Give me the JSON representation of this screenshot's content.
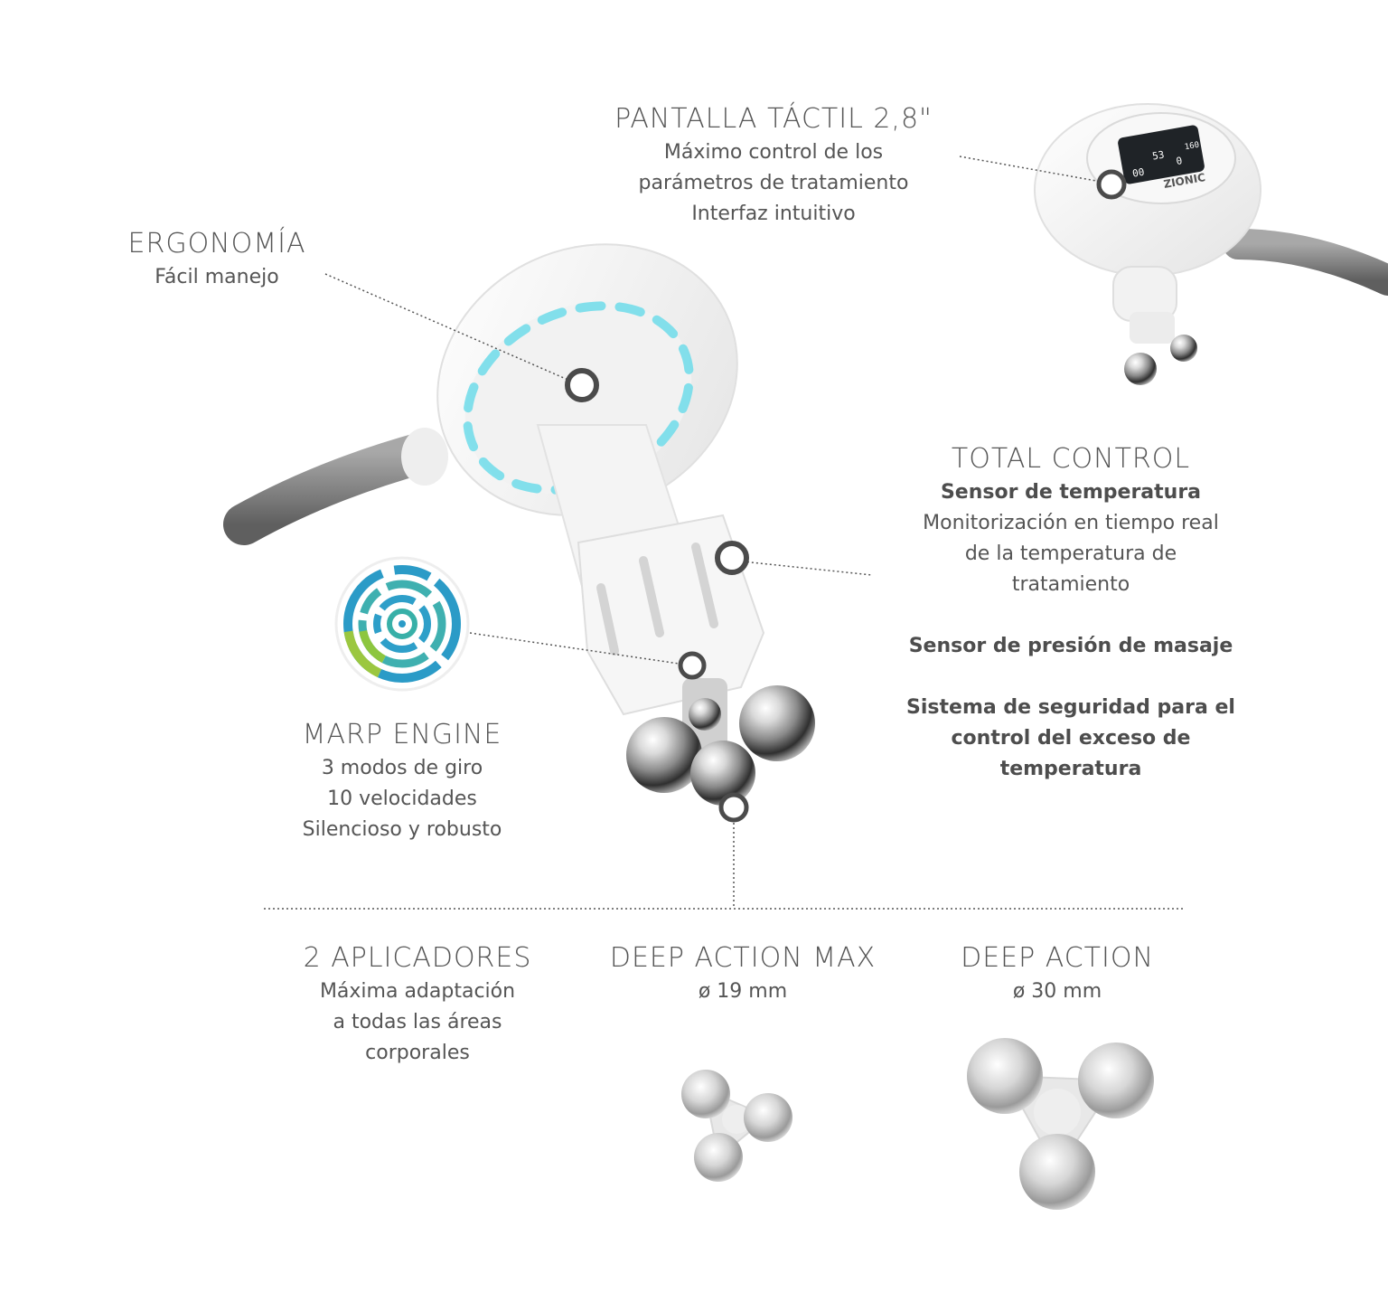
{
  "pantalla": {
    "title": "PANTALLA TÁCTIL 2,8\"",
    "lines": [
      "Máximo control de los",
      "parámetros de tratamiento",
      "Interfaz intuitivo"
    ]
  },
  "ergonomia": {
    "title": "ERGONOMÍA",
    "lines": [
      "Fácil manejo"
    ]
  },
  "total_control": {
    "title": "TOTAL CONTROL",
    "sensor_temp": "Sensor de temperatura",
    "temp_lines": [
      "Monitorización en tiempo real",
      "de la temperatura de",
      "tratamiento"
    ],
    "sensor_presion": "Sensor de presión de masaje",
    "seguridad_lines": [
      "Sistema de seguridad para el",
      "control del exceso de",
      "temperatura"
    ]
  },
  "marp": {
    "title": "MARP ENGINE",
    "lines": [
      "3 modos de giro",
      "10 velocidades",
      "Silencioso y robusto"
    ]
  },
  "aplicadores": {
    "title": "2 APLICADORES",
    "lines": [
      "Máxima adaptación",
      "a todas las áreas",
      "corporales"
    ]
  },
  "deep_max": {
    "title": "DEEP ACTION MAX",
    "size": "ø 19 mm"
  },
  "deep": {
    "title": "DEEP ACTION",
    "size": "ø 30 mm"
  },
  "device_screen": {
    "brand": "ZIONIC",
    "readouts": [
      "00",
      "53",
      "0",
      "160"
    ]
  },
  "colors": {
    "led": "#6fdcea",
    "marker_ring": "#4b4b4b",
    "body": "#f3f3f3",
    "cable": "#8c8c8c"
  }
}
